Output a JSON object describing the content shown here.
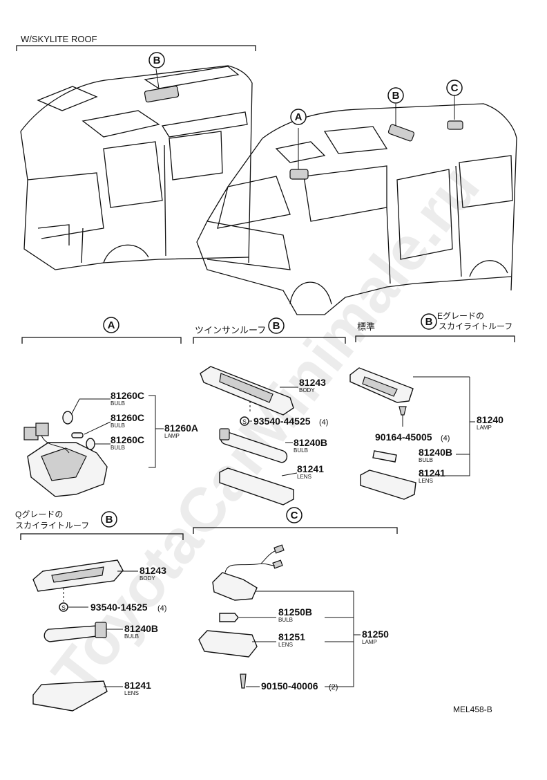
{
  "header": {
    "title": "W/SKYLITE ROOF"
  },
  "callouts": {
    "a": "A",
    "b": "B",
    "c": "C"
  },
  "sections": {
    "a": {
      "label": "A"
    },
    "twin": {
      "prefix": "ツインサンルーフ",
      "label": "B"
    },
    "standard": {
      "prefix": "標準",
      "label": "B",
      "line1": "Eグレードの",
      "line2": "スカイライトルーフ"
    },
    "q": {
      "line1": "Qグレードの",
      "line2": "スカイライトルーフ",
      "label": "B"
    },
    "c": {
      "label": "C"
    }
  },
  "parts": {
    "a1": {
      "number": "81260C",
      "name": "BULB"
    },
    "a2": {
      "number": "81260C",
      "name": "BULB"
    },
    "a3": {
      "number": "81260C",
      "name": "BULB"
    },
    "a_lamp": {
      "number": "81260A",
      "name": "LAMP"
    },
    "b1_body": {
      "number": "81243",
      "name": "BODY"
    },
    "b1_screw": {
      "number": "93540-44525",
      "qty": "(4)",
      "symbol": "S"
    },
    "b1_bulb": {
      "number": "81240B",
      "name": "BULB"
    },
    "b1_lens": {
      "number": "81241",
      "name": "LENS"
    },
    "b2_screw": {
      "number": "90164-45005",
      "qty": "(4)"
    },
    "b2_lamp": {
      "number": "81240",
      "name": "LAMP"
    },
    "b2_bulb": {
      "number": "81240B",
      "name": "BULB"
    },
    "b2_lens": {
      "number": "81241",
      "name": "LENS"
    },
    "b3_body": {
      "number": "81243",
      "name": "BODY"
    },
    "b3_screw": {
      "number": "93540-14525",
      "qty": "(4)",
      "symbol": "S"
    },
    "b3_bulb": {
      "number": "81240B",
      "name": "BULB"
    },
    "b3_lens": {
      "number": "81241",
      "name": "LENS"
    },
    "c_bulb": {
      "number": "81250B",
      "name": "BULB"
    },
    "c_lens": {
      "number": "81251",
      "name": "LENS"
    },
    "c_lamp": {
      "number": "81250",
      "name": "LAMP"
    },
    "c_screw": {
      "number": "90150-40006",
      "qty": "(2)"
    }
  },
  "footer": {
    "code": "MEL458-B"
  },
  "watermark": "ToyotaCarMinimale.ru"
}
